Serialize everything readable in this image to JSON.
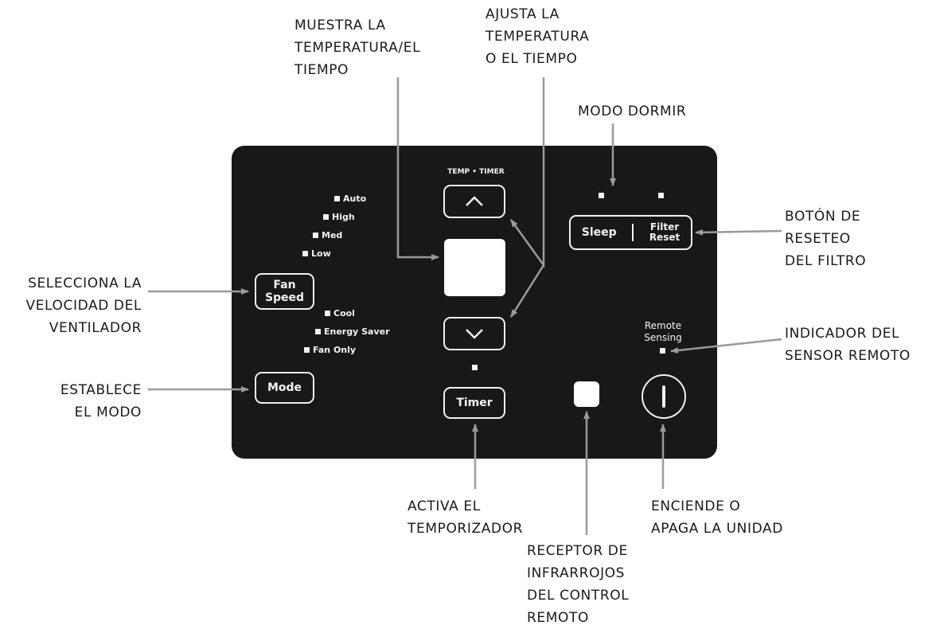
{
  "callouts": {
    "display": "MUESTRA LA\nTEMPERATURA/EL\nTIEMPO",
    "adjust": "AJUSTA LA\nTEMPERATURA\nO EL TIEMPO",
    "sleep_mode": "MODO DORMIR",
    "filter_reset": "BOTÓN DE\nRESETEO\nDEL FILTRO",
    "fan_speed": "SELECCIONA LA\nVELOCIDAD DEL\nVENTILADOR",
    "mode": "ESTABLECE\nEL MODO",
    "remote_sensor": "INDICADOR DEL\nSENSOR REMOTO",
    "timer": "ACTIVA EL\nTEMPORIZADOR",
    "ir_receiver": "RECEPTOR DE\nINFRARROJOS\nDEL CONTROL\nREMOTO",
    "power": "ENCIENDE O\nAPAGA LA UNIDAD"
  },
  "panel": {
    "temp_timer_label": "TEMP • TIMER",
    "fan_speed_button": "Fan\nSpeed",
    "mode_button": "Mode",
    "timer_button": "Timer",
    "sleep_button": "Sleep",
    "filter_reset_button": "Filter\nReset",
    "remote_sensing_label": "Remote\nSensing",
    "fan_levels": [
      "Auto",
      "High",
      "Med",
      "Low"
    ],
    "modes": [
      "Cool",
      "Energy Saver",
      "Fan Only"
    ],
    "up_icon": "chevron-up-icon",
    "down_icon": "chevron-down-icon",
    "power_icon": "power-icon"
  },
  "colors": {
    "panel": "#181818",
    "panel_text": "#f2f2f2",
    "leader_line": "#9a9a9a",
    "label_text": "#1a1a1a"
  }
}
